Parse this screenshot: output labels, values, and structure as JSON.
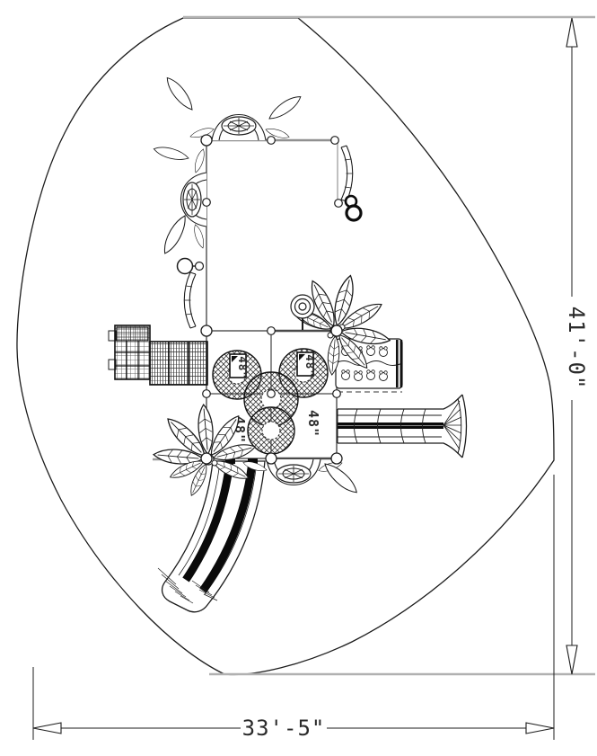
{
  "drawing": {
    "kind": "playground-equipment-plan-view",
    "dimensions": {
      "vertical_label": "41'-0\"",
      "horizontal_label": "33'-5\""
    },
    "deck_signs": {
      "upper_left": "48\"",
      "upper_right": "48\"",
      "lower_left": "48\"",
      "lower_right": "48\""
    },
    "colors": {
      "paper": "#ffffff",
      "linework": "#1c1c1c",
      "extension_line": "#b1b1b1",
      "beam_gray": "#909090",
      "slide_stripe": "#0a0a0a"
    },
    "legend": [
      "play-area-boundary",
      "vertical-dimension",
      "horizontal-dimension",
      "upper-play-frame",
      "arch-wheel-climber",
      "bow-climbing-panel",
      "pod-steps",
      "main-deck",
      "dome-climber",
      "deck-height-sign",
      "activity-panels",
      "climbing-wall",
      "straight-slide",
      "curved-slide",
      "palm-tree",
      "bullseye-topper"
    ]
  }
}
